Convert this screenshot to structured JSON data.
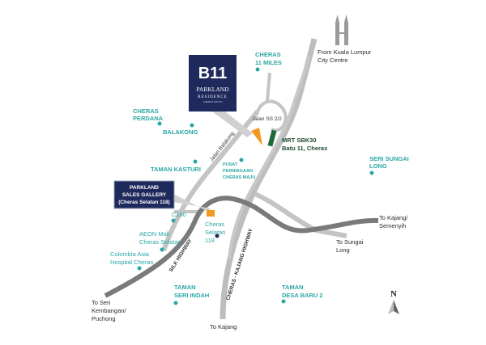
{
  "colors": {
    "teal": "#2aa7a5",
    "navy": "#1f2a5c",
    "orange": "#f39a1e",
    "green": "#1e6b3a",
    "road_light": "#bdbdbd",
    "road_dark": "#7a7a7a"
  },
  "project": {
    "logo": "B11",
    "name": "PARKLAND",
    "sub": "RESIDENCE",
    "area": "CHERAS SOUTH"
  },
  "sales_gallery": {
    "line1": "PARKLAND",
    "line2": "SALES GALLERY",
    "line3": "(Cheras Selatan 118)"
  },
  "places": {
    "cheras_11_miles": [
      "CHERAS",
      "11 MILES"
    ],
    "cheras_perdana": [
      "CHERAS",
      "PERDANA"
    ],
    "balakong": "BALAKONG",
    "taman_kasturi": "TAMAN KASTURI",
    "pusat": [
      "PUSAT",
      "PERNIAGAAN",
      "CHERAS MAJU"
    ],
    "seri_sungai_long": [
      "SERI SUNGAI",
      "LONG"
    ],
    "c180": "C180",
    "cheras_selatan": [
      "Cheras",
      "Selatan",
      "118"
    ],
    "aeon": [
      "AEON Mall",
      "Cheras Selatan"
    ],
    "colombia": [
      "Colombia Asia",
      "Hospital Cheras"
    ],
    "taman_seri_indah": [
      "TAMAN",
      "SERI INDAH"
    ],
    "taman_desa_baru": [
      "TAMAN",
      "DESA BARU 2"
    ]
  },
  "mrt": [
    "MRT SBK30",
    "Batu 11, Cheras"
  ],
  "roads": {
    "jalan_ss": "Jalan SS 2/2",
    "jalan_balakong": "Jalan Balakong",
    "silk": "SILK HIGHWAY",
    "cheras_kajang": "CHERAS - KAJANG HIGHWAY"
  },
  "directions": {
    "from_kl": [
      "From Kuala Lumpur",
      "City Centre"
    ],
    "to_kajang_semenyih": [
      "To Kajang/",
      "Semenyih"
    ],
    "to_sungai_long": [
      "To Sungai",
      "Long"
    ],
    "to_seri_kembangan": [
      "To Seri",
      "Kembangan/",
      "Puchong"
    ],
    "to_kajang": "To Kajang"
  },
  "compass": "N"
}
